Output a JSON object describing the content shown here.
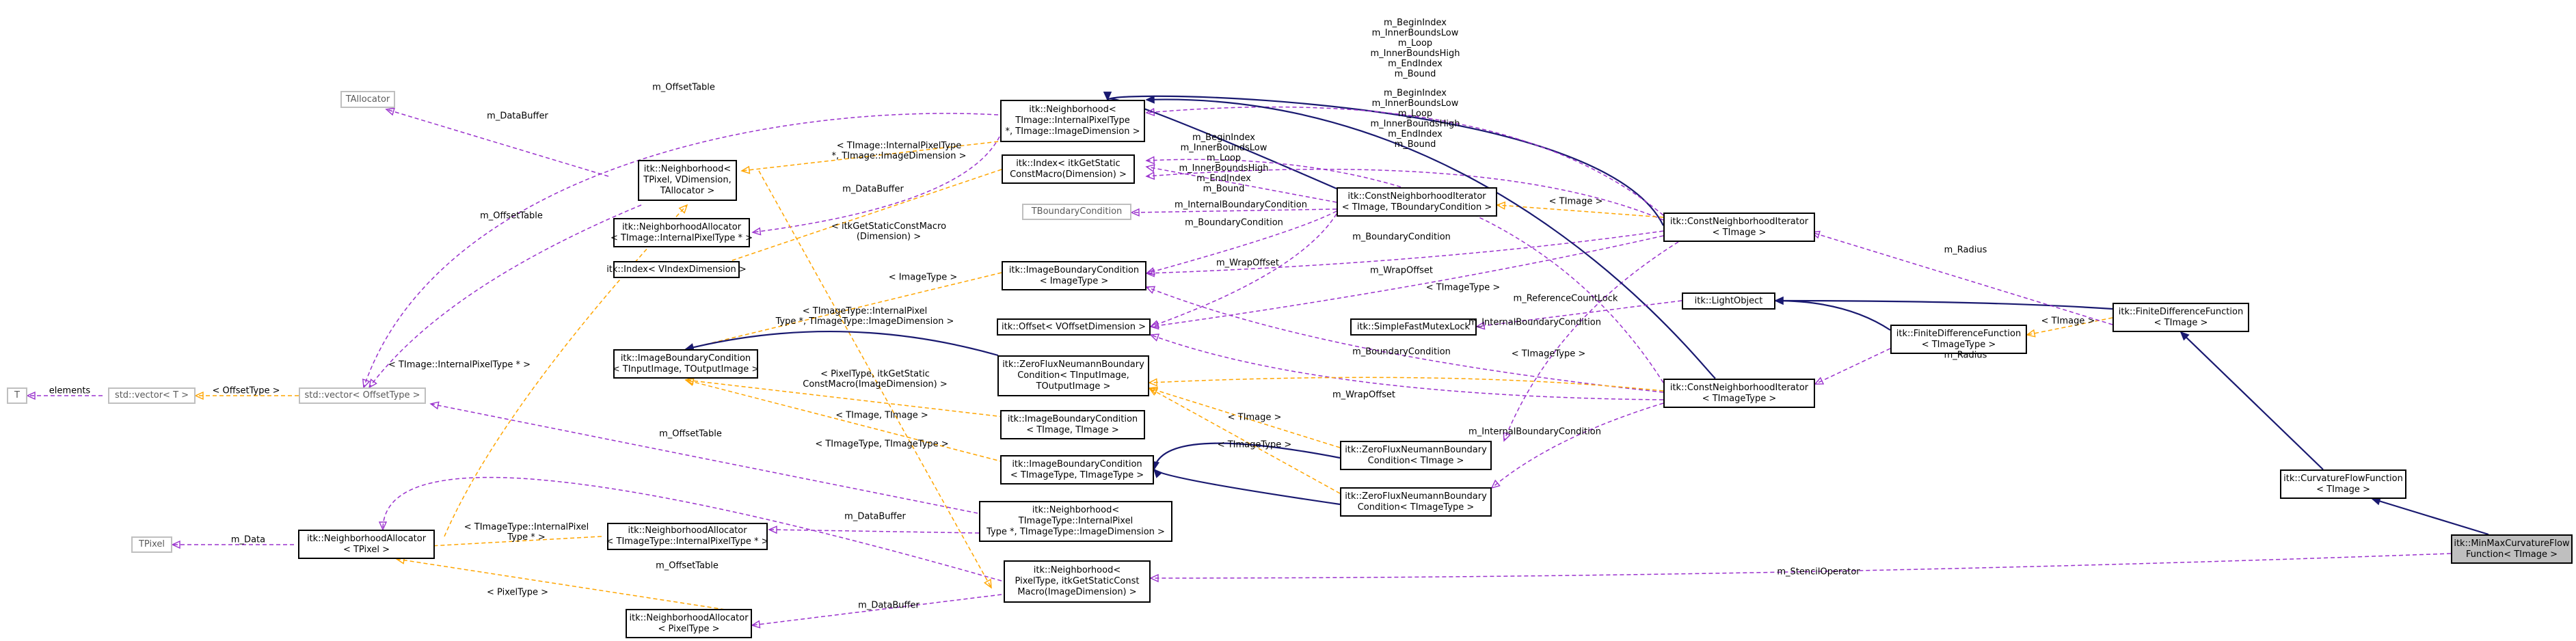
{
  "colors": {
    "usage": "#9a32cd",
    "template": "#ffa500",
    "inherit": "#191970",
    "external_border": "#bfbfbf",
    "focus_fill": "#bfbfbf"
  },
  "nodes": [
    {
      "id": "tallocator",
      "lines": [
        "TAllocator"
      ],
      "style": "external"
    },
    {
      "id": "nbh_tpixel",
      "lines": [
        "itk::Neighborhood<",
        "TPixel, VDimension,",
        "TAllocator >"
      ],
      "style": "normal"
    },
    {
      "id": "nbhalloc_timage_ptr",
      "lines": [
        "itk::NeighborhoodAllocator",
        "< TImage::InternalPixelType * >"
      ],
      "style": "normal"
    },
    {
      "id": "index_vidx",
      "lines": [
        "itk::Index< VIndexDimension >"
      ],
      "style": "normal"
    },
    {
      "id": "ibc_tinput",
      "lines": [
        "itk::ImageBoundaryCondition",
        "< TInputImage, TOutputImage >"
      ],
      "style": "normal"
    },
    {
      "id": "t",
      "lines": [
        "T"
      ],
      "style": "external"
    },
    {
      "id": "stdvector_t",
      "lines": [
        "std::vector< T >"
      ],
      "style": "external"
    },
    {
      "id": "stdvector_offset",
      "lines": [
        "std::vector< OffsetType >"
      ],
      "style": "external"
    },
    {
      "id": "tpixel",
      "lines": [
        "TPixel"
      ],
      "style": "external"
    },
    {
      "id": "nbhalloc_tpixel",
      "lines": [
        "itk::NeighborhoodAllocator",
        "< TPixel >"
      ],
      "style": "normal"
    },
    {
      "id": "nbhalloc_ttype_ptr",
      "lines": [
        "itk::NeighborhoodAllocator",
        "< TImageType::InternalPixelType * >"
      ],
      "style": "normal"
    },
    {
      "id": "nbhalloc_pixeltype",
      "lines": [
        "itk::NeighborhoodAllocator",
        "< PixelType >"
      ],
      "style": "normal"
    },
    {
      "id": "nbh_timage",
      "lines": [
        "itk::Neighborhood<",
        "TImage::InternalPixelType",
        " *, TImage::ImageDimension >"
      ],
      "style": "normal"
    },
    {
      "id": "index_getstatic",
      "lines": [
        "itk::Index< itkGetStatic",
        "ConstMacro(Dimension) >"
      ],
      "style": "normal"
    },
    {
      "id": "tboundary",
      "lines": [
        "TBoundaryCondition"
      ],
      "style": "external"
    },
    {
      "id": "ibc_timage",
      "lines": [
        "itk::ImageBoundaryCondition",
        "< ImageType >"
      ],
      "style": "normal"
    },
    {
      "id": "offset_voffset",
      "lines": [
        "itk::Offset< VOffsetDimension >"
      ],
      "style": "normal"
    },
    {
      "id": "zeroflux_tinput",
      "lines": [
        "itk::ZeroFluxNeumannBoundary",
        "Condition< TInputImage,",
        " TOutputImage >"
      ],
      "style": "normal"
    },
    {
      "id": "ibc_timage_timage",
      "lines": [
        "itk::ImageBoundaryCondition",
        "< TImage, TImage >"
      ],
      "style": "normal"
    },
    {
      "id": "ibc_ttype_ttype",
      "lines": [
        "itk::ImageBoundaryCondition",
        "< TImageType, TImageType >"
      ],
      "style": "normal"
    },
    {
      "id": "nbh_ttype",
      "lines": [
        "itk::Neighborhood<",
        "TImageType::InternalPixel",
        "Type *, TImageType::ImageDimension >"
      ],
      "style": "normal"
    },
    {
      "id": "nbh_pixeltype",
      "lines": [
        "itk::Neighborhood<",
        "PixelType, itkGetStaticConst",
        "Macro(ImageDimension) >"
      ],
      "style": "normal"
    },
    {
      "id": "constnbhit_tbc",
      "lines": [
        "itk::ConstNeighborhoodIterator",
        "< TImage, TBoundaryCondition >"
      ],
      "style": "normal"
    },
    {
      "id": "zeroflux_timage",
      "lines": [
        "itk::ZeroFluxNeumannBoundary",
        "Condition< TImage >"
      ],
      "style": "normal"
    },
    {
      "id": "zeroflux_ttype",
      "lines": [
        "itk::ZeroFluxNeumannBoundary",
        "Condition< TImageType >"
      ],
      "style": "normal"
    },
    {
      "id": "simplefastmutex",
      "lines": [
        "itk::SimpleFastMutexLock"
      ],
      "style": "normal"
    },
    {
      "id": "constnbhit_timage",
      "lines": [
        "itk::ConstNeighborhoodIterator",
        "< TImage >"
      ],
      "style": "normal"
    },
    {
      "id": "lightobject",
      "lines": [
        "itk::LightObject"
      ],
      "style": "normal"
    },
    {
      "id": "constnbhit_ttype",
      "lines": [
        "itk::ConstNeighborhoodIterator",
        "< TImageType >"
      ],
      "style": "normal"
    },
    {
      "id": "fdf_ttype",
      "lines": [
        "itk::FiniteDifferenceFunction",
        "< TImageType >"
      ],
      "style": "normal"
    },
    {
      "id": "fdf_timage",
      "lines": [
        "itk::FiniteDifferenceFunction",
        "< TImage >"
      ],
      "style": "normal"
    },
    {
      "id": "curvatureflow",
      "lines": [
        "itk::CurvatureFlowFunction",
        "< TImage >"
      ],
      "style": "normal"
    },
    {
      "id": "minmax",
      "lines": [
        "itk::MinMaxCurvatureFlow",
        "Function< TImage >"
      ],
      "style": "focus"
    }
  ],
  "edge_labels": [
    {
      "id": "l_databuffer_1",
      "lines": [
        "m_DataBuffer"
      ]
    },
    {
      "id": "l_offsettable_1",
      "lines": [
        "m_OffsetTable"
      ]
    },
    {
      "id": "l_offsettable_2",
      "lines": [
        "m_OffsetTable"
      ]
    },
    {
      "id": "l_timage_ptr",
      "lines": [
        "< TImage::InternalPixelType * >"
      ]
    },
    {
      "id": "l_elements",
      "lines": [
        "elements"
      ]
    },
    {
      "id": "l_offsettype",
      "lines": [
        "< OffsetType >"
      ]
    },
    {
      "id": "l_data",
      "lines": [
        "m_Data"
      ]
    },
    {
      "id": "l_ttype_pixel_ptr",
      "lines": [
        "< TImageType::InternalPixel",
        "Type * >"
      ]
    },
    {
      "id": "l_pixeltype",
      "lines": [
        "< PixelType >"
      ]
    },
    {
      "id": "l_offsettable_3",
      "lines": [
        "m_OffsetTable"
      ]
    },
    {
      "id": "l_databuffer_2",
      "lines": [
        "m_DataBuffer"
      ]
    },
    {
      "id": "l_offsettable_4",
      "lines": [
        "m_OffsetTable"
      ]
    },
    {
      "id": "l_databuffer_3",
      "lines": [
        "m_DataBuffer"
      ]
    },
    {
      "id": "l_databuffer_4",
      "lines": [
        "m_DataBuffer"
      ]
    },
    {
      "id": "l_nbh_timage_tmpl",
      "lines": [
        "< TImage::InternalPixelType",
        " *, TImage::ImageDimension >"
      ]
    },
    {
      "id": "l_getstatic_dim",
      "lines": [
        "< itkGetStaticConstMacro",
        "(Dimension) >"
      ]
    },
    {
      "id": "l_imagetype",
      "lines": [
        "< ImageType >"
      ]
    },
    {
      "id": "l_nbh_ttype_tmpl",
      "lines": [
        "< TImageType::InternalPixel",
        "Type *, TImageType::ImageDimension >"
      ]
    },
    {
      "id": "l_pixeltype_getstatic",
      "lines": [
        "< PixelType, itkGetStatic",
        "ConstMacro(ImageDimension) >"
      ]
    },
    {
      "id": "l_timage_timage",
      "lines": [
        "< TImage, TImage >"
      ]
    },
    {
      "id": "l_ttype_ttype",
      "lines": [
        "< TImageType, TImageType >"
      ]
    },
    {
      "id": "l_bounds_1",
      "lines": [
        "m_BeginIndex",
        "m_InnerBoundsLow",
        "m_Loop",
        "m_InnerBoundsHigh",
        "m_EndIndex",
        "m_Bound"
      ]
    },
    {
      "id": "l_internal_bc_1",
      "lines": [
        "m_InternalBoundaryCondition"
      ]
    },
    {
      "id": "l_boundary_cond_1",
      "lines": [
        "m_BoundaryCondition"
      ]
    },
    {
      "id": "l_wrapoffset_1",
      "lines": [
        "m_WrapOffset"
      ]
    },
    {
      "id": "l_timage_tmpl",
      "lines": [
        "< TImage >"
      ]
    },
    {
      "id": "l_timagetype_tmpl",
      "lines": [
        "< TImageType >"
      ]
    },
    {
      "id": "l_bounds_2",
      "lines": [
        "m_BeginIndex",
        "m_InnerBoundsLow",
        "m_Loop",
        "m_InnerBoundsHigh",
        "m_EndIndex",
        "m_Bound"
      ]
    },
    {
      "id": "l_bounds_3",
      "lines": [
        "m_BeginIndex",
        "m_InnerBoundsLow",
        "m_Loop",
        "m_InnerBoundsHigh",
        "m_EndIndex",
        "m_Bound"
      ]
    },
    {
      "id": "l_boundary_cond_2",
      "lines": [
        "m_BoundaryCondition"
      ]
    },
    {
      "id": "l_wrapoffset_2",
      "lines": [
        "m_WrapOffset"
      ]
    },
    {
      "id": "l_wrapoffset_3",
      "lines": [
        "m_WrapOffset"
      ]
    },
    {
      "id": "l_boundary_cond_3",
      "lines": [
        "m_BoundaryCondition"
      ]
    },
    {
      "id": "l_internal_bc_2",
      "lines": [
        "m_InternalBoundaryCondition"
      ]
    },
    {
      "id": "l_internal_bc_3",
      "lines": [
        "m_InternalBoundaryCondition"
      ]
    },
    {
      "id": "l_timage_tmpl_2",
      "lines": [
        "< TImage >"
      ]
    },
    {
      "id": "l_timagetype_tmpl_2",
      "lines": [
        "< TImageType >"
      ]
    },
    {
      "id": "l_timagetype_tmpl_3",
      "lines": [
        "< TImageType >"
      ]
    },
    {
      "id": "l_refcountlock",
      "lines": [
        "m_ReferenceCountLock"
      ]
    },
    {
      "id": "l_radius_1",
      "lines": [
        "m_Radius"
      ]
    },
    {
      "id": "l_radius_2",
      "lines": [
        "m_Radius"
      ]
    },
    {
      "id": "l_timage_tmpl_3",
      "lines": [
        "< TImage >"
      ]
    },
    {
      "id": "l_stencil",
      "lines": [
        "m_StencilOperator"
      ]
    }
  ]
}
